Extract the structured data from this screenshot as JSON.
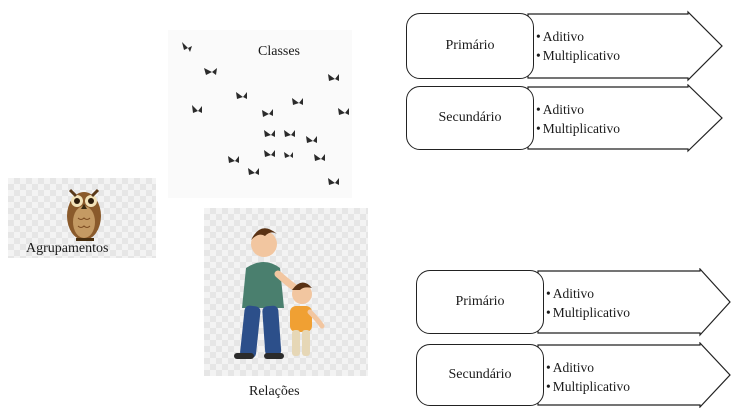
{
  "labels": {
    "classes": "Classes",
    "agrupamentos": "Agrupamentos",
    "relacoes": "Relações"
  },
  "groups": [
    {
      "left_label": "Primário",
      "items": [
        "Aditivo",
        "Multiplicativo"
      ]
    },
    {
      "left_label": "Secundário",
      "items": [
        "Aditivo",
        "Multiplicativo"
      ]
    },
    {
      "left_label": "Primário",
      "items": [
        "Aditivo",
        "Multiplicativo"
      ]
    },
    {
      "left_label": "Secundário",
      "items": [
        "Aditivo",
        "Multiplicativo"
      ]
    }
  ],
  "icons": {
    "owl": "owl-icon",
    "birds": "birds-flock-icon",
    "people": "father-child-icon"
  }
}
